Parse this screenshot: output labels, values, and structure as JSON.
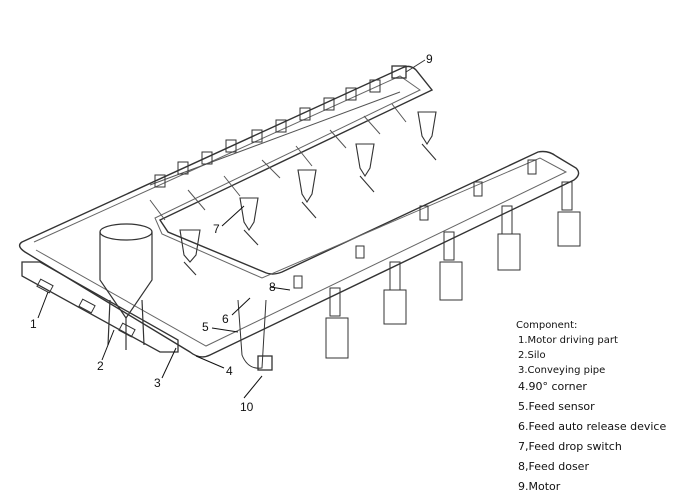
{
  "callouts": [
    {
      "id": "c1",
      "text": "1"
    },
    {
      "id": "c2",
      "text": "2"
    },
    {
      "id": "c3",
      "text": "3"
    },
    {
      "id": "c4",
      "text": "4"
    },
    {
      "id": "c5",
      "text": "5"
    },
    {
      "id": "c6",
      "text": "6"
    },
    {
      "id": "c7",
      "text": "7"
    },
    {
      "id": "c8",
      "text": "8"
    },
    {
      "id": "c9",
      "text": "9"
    },
    {
      "id": "c10",
      "text": "10"
    }
  ],
  "legend": {
    "title": "Component:",
    "items": [
      "1.Motor driving part",
      "2.Silo",
      "3.Conveying pipe",
      "4.90° corner",
      "5.Feed sensor",
      "6.Feed auto release device",
      "7,Feed drop switch",
      "8,Feed doser",
      "9.Motor"
    ]
  }
}
